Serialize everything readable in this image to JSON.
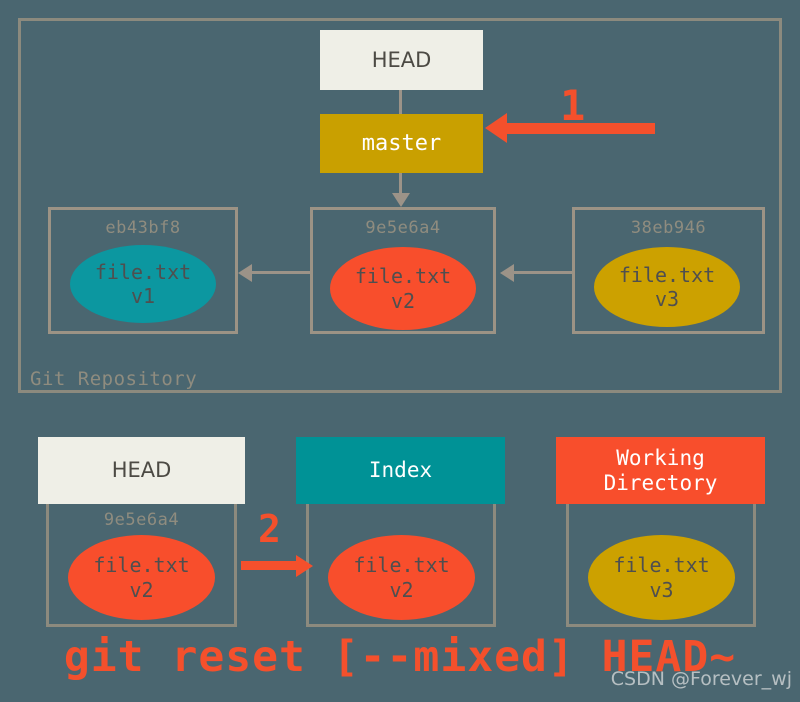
{
  "diagram": {
    "background_color": "#4a6670",
    "title_caption": "git reset [--mixed] HEAD~",
    "watermark": "CSDN @Forever_wj"
  },
  "repository": {
    "label": "Git Repository",
    "head": {
      "label": "HEAD",
      "color": "#efefe7"
    },
    "branch": {
      "label": "master",
      "color": "#c9a000"
    },
    "commits": [
      {
        "hash": "eb43bf8",
        "file": "file.txt",
        "version": "v1",
        "color": "#0c97a0"
      },
      {
        "hash": "9e5e6a4",
        "file": "file.txt",
        "version": "v2",
        "color": "#f84e2c"
      },
      {
        "hash": "38eb946",
        "file": "file.txt",
        "version": "v3",
        "color": "#cca100"
      }
    ]
  },
  "stages": [
    {
      "title": "HEAD",
      "header_color": "#efefe7",
      "hash": "9e5e6a4",
      "file": "file.txt",
      "version": "v2",
      "blob_color": "#f84e2c"
    },
    {
      "title": "Index",
      "header_color": "#009296",
      "hash": "",
      "file": "file.txt",
      "version": "v2",
      "blob_color": "#f84e2c"
    },
    {
      "title": "Working\nDirectory",
      "title_line1": "Working",
      "title_line2": "Directory",
      "header_color": "#f84e2c",
      "hash": "",
      "file": "file.txt",
      "version": "v3",
      "blob_color": "#cca100"
    }
  ],
  "annotations": {
    "step1": "1",
    "step2": "2",
    "accent_color": "#f4502c"
  }
}
